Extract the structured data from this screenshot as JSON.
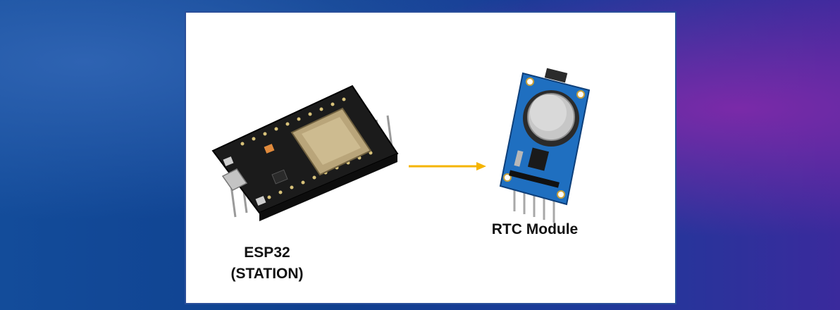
{
  "esp": {
    "line1": "ESP32",
    "line2": "(STATION)"
  },
  "rtc": {
    "label": "RTC Module"
  },
  "colors": {
    "arrow": "#f5b400",
    "panel": "#ffffff",
    "pcb_black": "#1b1b1b",
    "pcb_blue": "#1f6fc0"
  },
  "icons": [
    "esp32-board-icon",
    "rtc-module-icon",
    "arrow-right-icon"
  ]
}
